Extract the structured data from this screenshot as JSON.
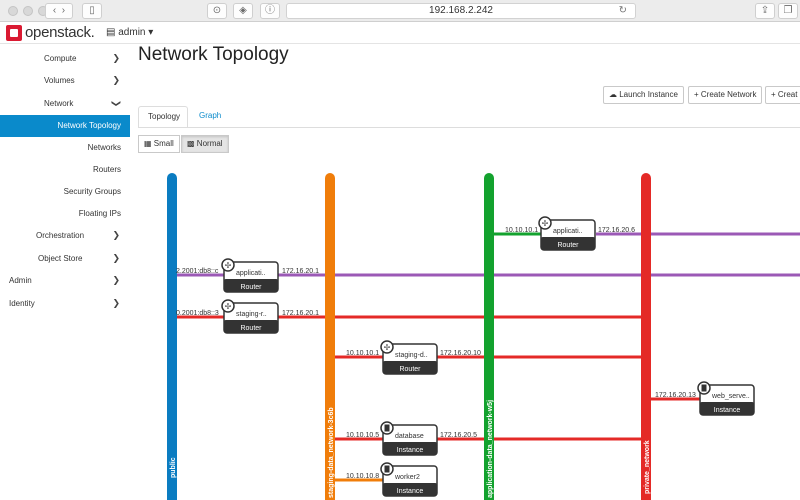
{
  "browser": {
    "url": "192.168.2.242"
  },
  "header": {
    "logo": "openstack.",
    "project": "admin"
  },
  "sidebar": {
    "items": [
      {
        "label": "Compute"
      },
      {
        "label": "Volumes"
      },
      {
        "label": "Network"
      },
      {
        "label": "Network Topology"
      },
      {
        "label": "Networks"
      },
      {
        "label": "Routers"
      },
      {
        "label": "Security Groups"
      },
      {
        "label": "Floating IPs"
      },
      {
        "label": "Orchestration"
      },
      {
        "label": "Object Store"
      },
      {
        "label": "Admin"
      },
      {
        "label": "Identity"
      }
    ]
  },
  "page": {
    "title": "Network Topology"
  },
  "actions": {
    "launch_instance": "Launch Instance",
    "create_network": "+ Create Network",
    "create_router": "+ Creat"
  },
  "tabs": {
    "topology": "Topology",
    "graph": "Graph"
  },
  "size_toggle": {
    "small": "Small",
    "normal": "Normal"
  },
  "topology": {
    "networks": [
      {
        "name": "public",
        "color": "#0a7cc1"
      },
      {
        "name": "staging-data_network-3c6b",
        "color": "#f07d0a"
      },
      {
        "name": "application-data_network-w5j",
        "color": "#13a22e"
      },
      {
        "name": "private_network",
        "color": "#e42a27"
      }
    ],
    "nodes": [
      {
        "name": "applicati..",
        "type": "Router",
        "ips": [
          "2.2001:db8::c",
          "172.16.20.1"
        ]
      },
      {
        "name": "staging-r..",
        "type": "Router",
        "ips": [
          "0.2001:db8::3",
          "172.16.20.1"
        ]
      },
      {
        "name": "applicati..",
        "type": "Router",
        "ips": [
          "10.10.10.1",
          "172.16.20.6"
        ]
      },
      {
        "name": "staging-d..",
        "type": "Router",
        "ips": [
          "10.10.10.1",
          "172.16.20.10"
        ]
      },
      {
        "name": "web_serve..",
        "type": "Instance",
        "ips": [
          "172.16.20.13"
        ]
      },
      {
        "name": "database",
        "type": "Instance",
        "ips": [
          "10.10.10.5",
          "172.16.20.5"
        ]
      },
      {
        "name": "worker2",
        "type": "Instance",
        "ips": [
          "10.10.10.8"
        ]
      }
    ],
    "colors": {
      "purple": "#9b59b6",
      "red": "#e42a27",
      "orange": "#f07d0a",
      "green": "#13a22e",
      "blue": "#0a7cc1"
    }
  }
}
